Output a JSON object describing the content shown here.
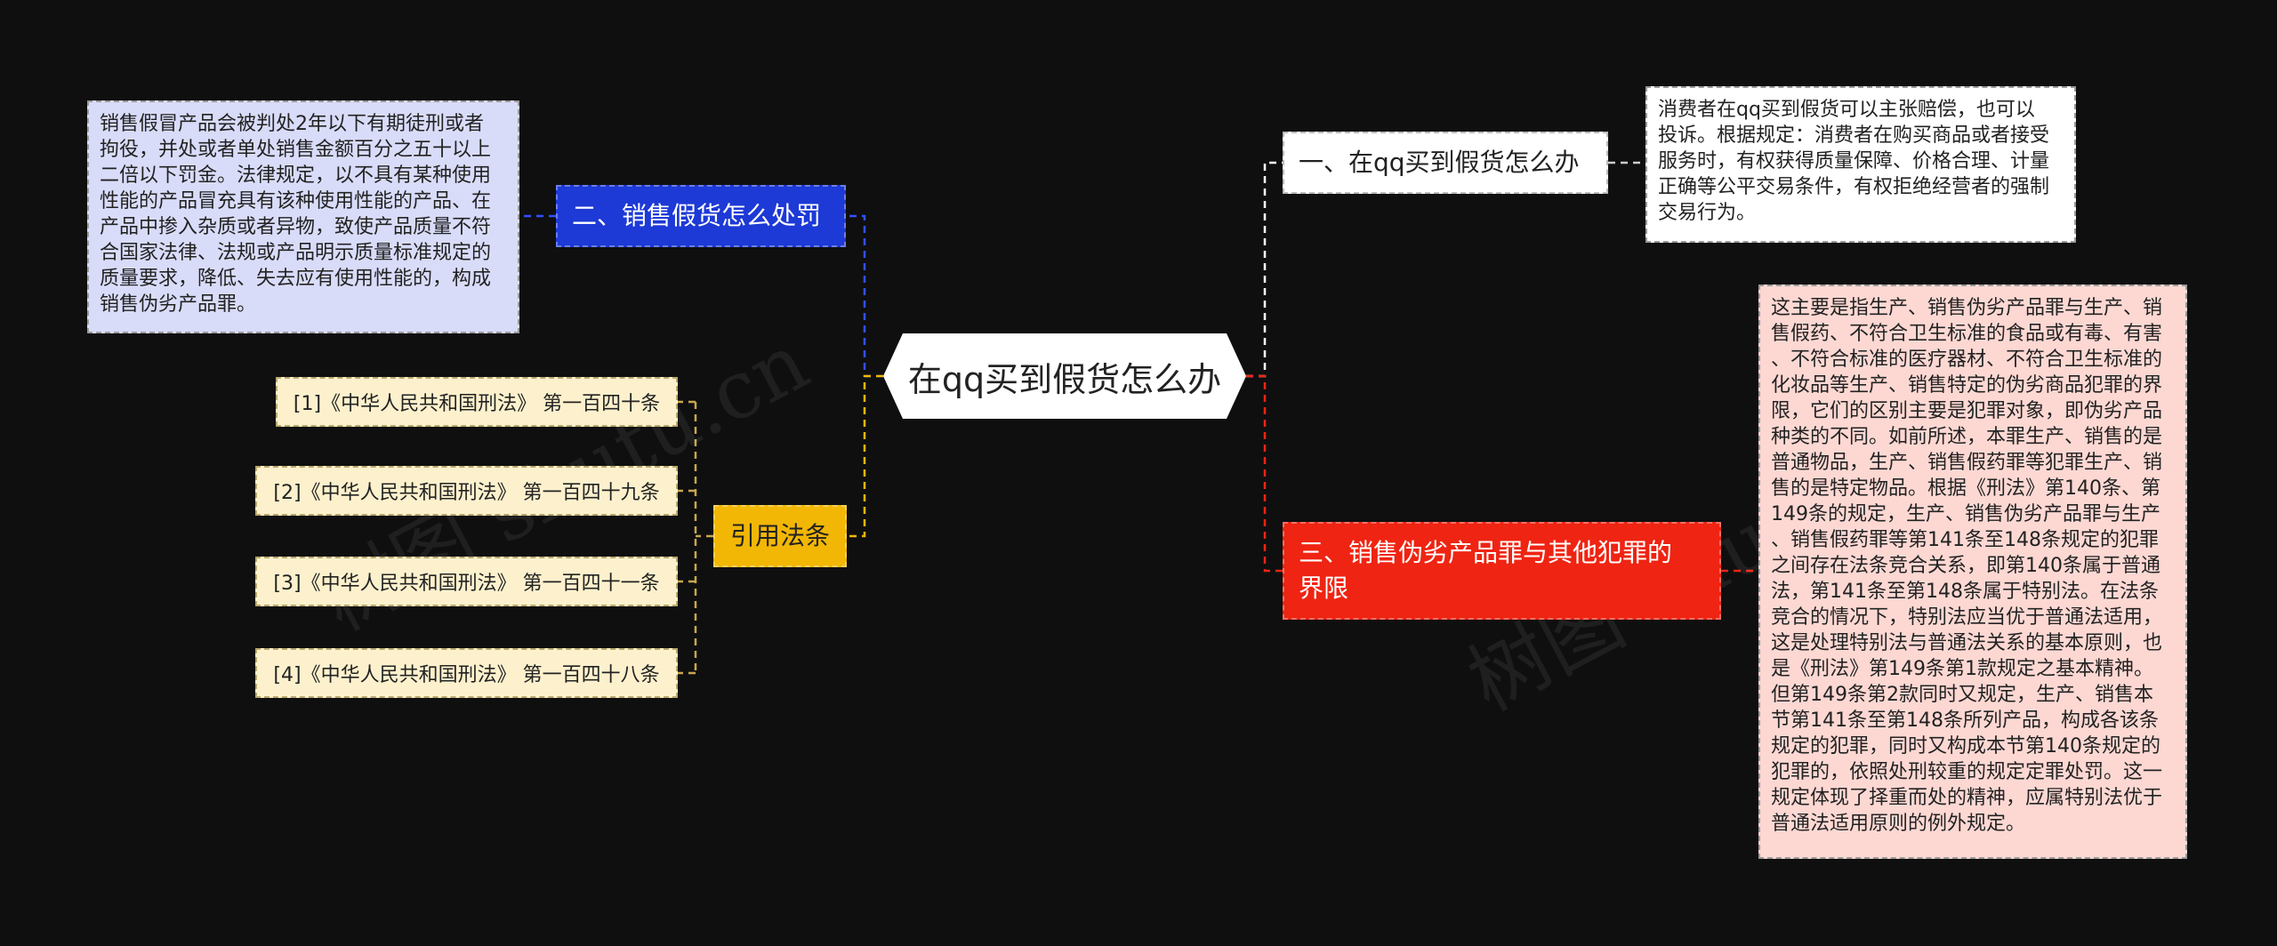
{
  "center": {
    "label": "在qq买到假货怎么办"
  },
  "branches": [
    {
      "label": "一、在qq买到假货怎么办",
      "color": "#ffffff"
    },
    {
      "label": "二、销售假货怎么处罚",
      "color": "#1d39d6"
    },
    {
      "label": "三、销售伪劣产品罪与其他犯罪的\n界限",
      "color": "#ef2412"
    },
    {
      "label": "引用法条",
      "color": "#f2b705"
    }
  ],
  "leaves": {
    "b1": "消费者在qq买到假货可以主张赔偿，也可以\n投诉。根据规定：消费者在购买商品或者接受\n服务时，有权获得质量保障、价格合理、计量\n正确等公平交易条件，有权拒绝经营者的强制\n交易行为。",
    "b2": "销售假冒产品会被判处2年以下有期徒刑或者\n拘役，并处或者单处销售金额百分之五十以上\n二倍以下罚金。法律规定，以不具有某种使用\n性能的产品冒充具有该种使用性能的产品、在\n产品中掺入杂质或者异物，致使产品质量不符\n合国家法律、法规或产品明示质量标准规定的\n质量要求，降低、失去应有使用性能的，构成\n销售伪劣产品罪。",
    "b3": "这主要是指生产、销售伪劣产品罪与生产、销\n售假药、不符合卫生标准的食品或有毒、有害\n、不符合标准的医疗器材、不符合卫生标准的\n化妆品等生产、销售特定的伪劣商品犯罪的界\n限，它们的区别主要是犯罪对象，即伪劣产品\n种类的不同。如前所述，本罪生产、销售的是\n普通物品，生产、销售假药罪等犯罪生产、销\n售的是特定物品。根据《刑法》第140条、第\n149条的规定，生产、销售伪劣产品罪与生产\n、销售假药罪等第141条至148条规定的犯罪\n之间存在法条竞合关系，即第140条属于普通\n法，第141条至第148条属于特别法。在法条\n竞合的情况下，特别法应当优于普通法适用，\n这是处理特别法与普通法关系的基本原则，也\n是《刑法》第149条第1款规定之基本精神。\n但第149条第2款同时又规定，生产、销售本\n节第141条至第148条所列产品，构成各该条\n规定的犯罪，同时又构成本节第140条规定的\n犯罪的，依照处刑较重的规定定罪处罚。这一\n规定体现了择重而处的精神，应属特别法优于\n普通法适用原则的例外规定。"
  },
  "citations": [
    "[1]《中华人民共和国刑法》 第一百四十条",
    "[2]《中华人民共和国刑法》 第一百四十九条",
    "[3]《中华人民共和国刑法》 第一百四十一条",
    "[4]《中华人民共和国刑法》 第一百四十八条"
  ],
  "watermarks": [
    "树图 shutu.cn",
    "树图 shutu.cn"
  ]
}
